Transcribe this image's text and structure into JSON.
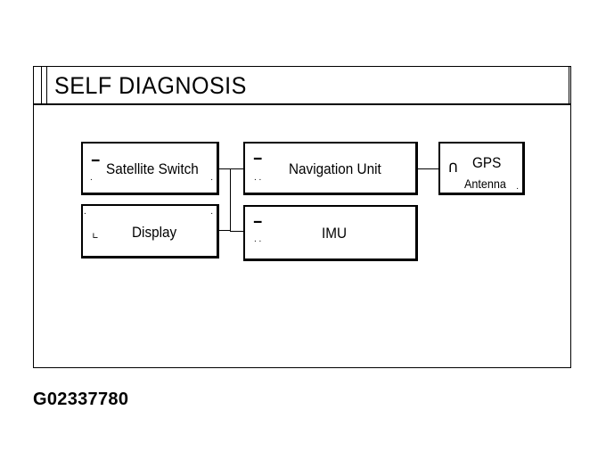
{
  "screen": {
    "title": "SELF DIAGNOSIS"
  },
  "components": {
    "satellite_switch": {
      "label": "Satellite Switch"
    },
    "navigation_unit": {
      "label": "Navigation Unit"
    },
    "gps_antenna": {
      "label_line1": "GPS",
      "label_line2": "Antenna"
    },
    "display": {
      "label": "Display"
    },
    "imu": {
      "label": "IMU"
    }
  },
  "figure_code": "G02337780"
}
